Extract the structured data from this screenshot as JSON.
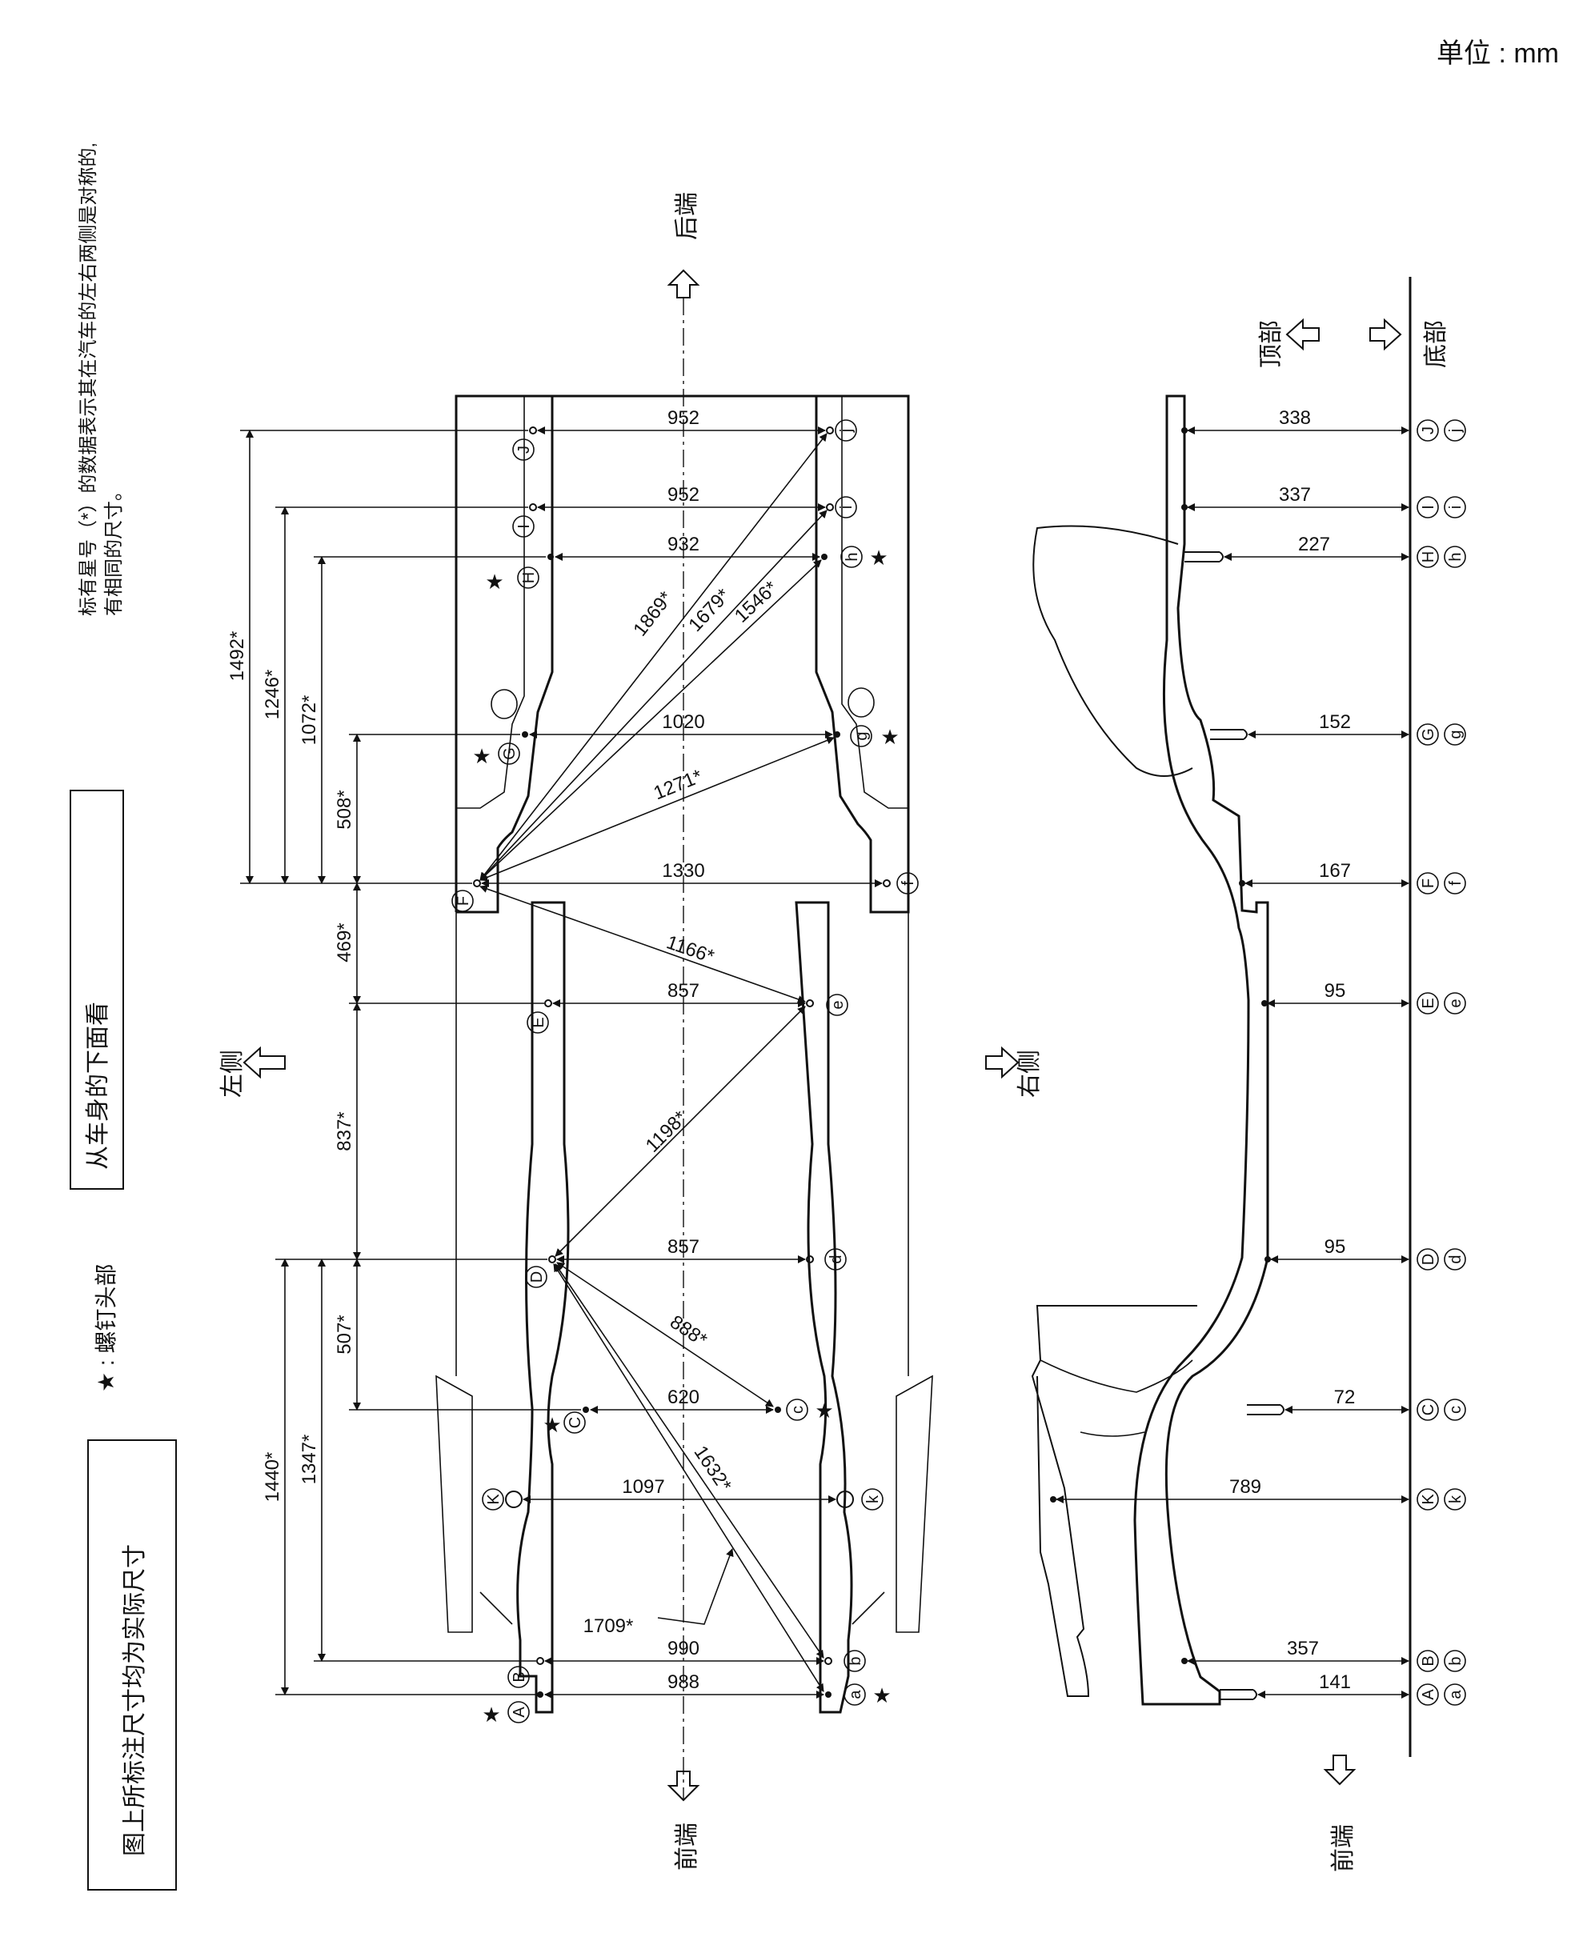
{
  "unit_label": "单位 : mm",
  "left_notes": {
    "star_note": "★ : 螺钉头部",
    "asterisk_note_line1": "标有星号（*）的数据表示其在汽车的左右两侧是对称的,",
    "asterisk_note_line2": "有相同的尺寸。",
    "view_box_label": "从车身的下面看",
    "actual_box_label": "图上所标注尺寸均为实际尺寸"
  },
  "directions": {
    "rear": "后端",
    "front": "前端",
    "left": "左侧",
    "right": "右侧",
    "top": "顶部",
    "bottom": "底部",
    "side_front": "前端"
  },
  "points": {
    "upper": [
      "J",
      "I",
      "H",
      "G",
      "F",
      "E",
      "D",
      "C",
      "K",
      "B",
      "A"
    ],
    "lower": [
      "j",
      "i",
      "h",
      "g",
      "f",
      "e",
      "d",
      "c",
      "k",
      "b",
      "a"
    ]
  },
  "plan_widths": [
    {
      "pair": "J-j",
      "value": "952"
    },
    {
      "pair": "I-i",
      "value": "952"
    },
    {
      "pair": "H-h",
      "value": "932"
    },
    {
      "pair": "G-g",
      "value": "1020"
    },
    {
      "pair": "F-f",
      "value": "1330"
    },
    {
      "pair": "E-e",
      "value": "857"
    },
    {
      "pair": "D-d",
      "value": "857"
    },
    {
      "pair": "C-c",
      "value": "620"
    },
    {
      "pair": "K-k",
      "value": "1097"
    },
    {
      "pair": "B-b",
      "value": "990"
    },
    {
      "pair": "A-a",
      "value": "988"
    }
  ],
  "plan_longitudinal": [
    "1492*",
    "1246*",
    "1072*",
    "508*",
    "469*",
    "837*",
    "507*",
    "1347*",
    "1440*"
  ],
  "plan_diagonals": [
    "1869*",
    "1679*",
    "1546*",
    "1271*",
    "1166*",
    "1198*",
    "888*",
    "1632*",
    "1709*"
  ],
  "side_heights": [
    {
      "pair": "J j",
      "value": "338"
    },
    {
      "pair": "I i",
      "value": "337"
    },
    {
      "pair": "H h",
      "value": "227"
    },
    {
      "pair": "G g",
      "value": "152"
    },
    {
      "pair": "F f",
      "value": "167"
    },
    {
      "pair": "E e",
      "value": "95"
    },
    {
      "pair": "D d",
      "value": "95"
    },
    {
      "pair": "C c",
      "value": "72"
    },
    {
      "pair": "K k",
      "value": "789"
    },
    {
      "pair": "B b",
      "value": "357"
    },
    {
      "pair": "A a",
      "value": "141"
    }
  ]
}
